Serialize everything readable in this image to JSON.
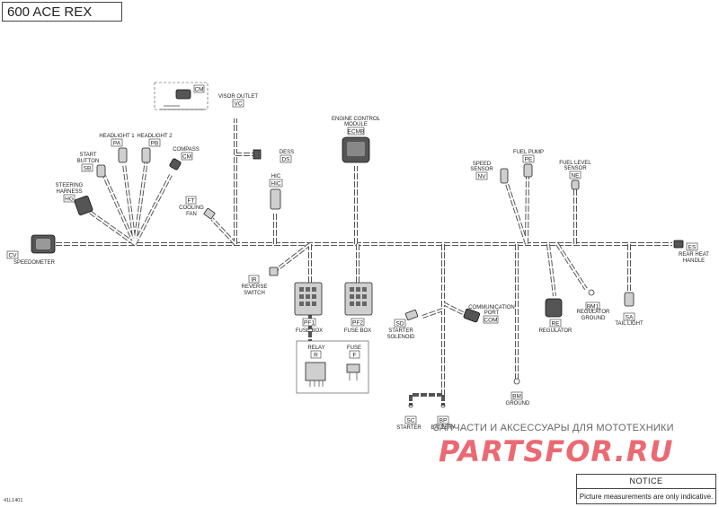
{
  "title": "600 ACE REX",
  "doc_id": "41L1401",
  "notice": {
    "heading": "NOTICE",
    "text": "Picture measurements are only indicative."
  },
  "watermark": {
    "top_text": "ЗАПЧАСТИ И АКСЕССУАРЫ ДЛЯ МОТОТЕХНИКИ",
    "logo": "PARTSFOR.RU"
  },
  "components": {
    "cm_top": {
      "code": "CM"
    },
    "visor": {
      "label": "VISOR OUTLET",
      "code": "VC"
    },
    "hl1": {
      "label": "HEADLIGHT 1",
      "code": "PA"
    },
    "hl2": {
      "label": "HEADLIGHT 2",
      "code": "PB"
    },
    "compass": {
      "label": "COMPASS",
      "code": "CM"
    },
    "start": {
      "label1": "START",
      "label2": "BUTTON",
      "code": "SB"
    },
    "steer": {
      "label1": "STEERING",
      "label2": "HARNESS",
      "code": "HG"
    },
    "dess": {
      "label": "DESS",
      "code": "DS"
    },
    "hic": {
      "label": "HIC",
      "code": "HIC"
    },
    "fan": {
      "code": "FT",
      "label1": "COOLING",
      "label2": "FAN"
    },
    "ecm": {
      "label1": "ENGINE CONTROL",
      "label2": "MODULE",
      "code": "ECMB"
    },
    "speed": {
      "label1": "SPEED",
      "label2": "SENSOR",
      "code": "NV"
    },
    "fuelpump": {
      "label": "FUEL PUMP",
      "code": "PE"
    },
    "fuellevel": {
      "label1": "FUEL LEVEL",
      "label2": "SENSOR",
      "code": "NE"
    },
    "speedo": {
      "code": "CV",
      "label": "SPEEDOMETER"
    },
    "rearheat": {
      "code": "ES",
      "label1": "REAR HEAT",
      "label2": "HANDLE"
    },
    "reverse": {
      "code": "IR",
      "label1": "REVERSE",
      "label2": "SWITCH"
    },
    "fb1": {
      "code": "PF1",
      "label": "FUSE BOX"
    },
    "fb2": {
      "code": "PF2",
      "label": "FUSE BOX"
    },
    "relay": {
      "label": "RELAY",
      "code": "R"
    },
    "fuse": {
      "label": "FUSE",
      "code": "F"
    },
    "solenoid": {
      "code": "SD",
      "label1": "STARTER",
      "label2": "SOLENOID"
    },
    "comport": {
      "label1": "COMMUNICATION",
      "label2": "PORT",
      "code": "COM"
    },
    "starter": {
      "code": "SC",
      "label": "STARTER"
    },
    "battery": {
      "code": "BP",
      "label": "BATTERY"
    },
    "ground1": {
      "code": "BM",
      "label": "GROUND"
    },
    "regulator": {
      "code": "RE",
      "label": "REGULATOR"
    },
    "regground": {
      "code": "BM1",
      "label1": "REGULATOR",
      "label2": "GROUND"
    },
    "tail": {
      "code": "SA",
      "label": "TAIL LIGHT"
    }
  }
}
